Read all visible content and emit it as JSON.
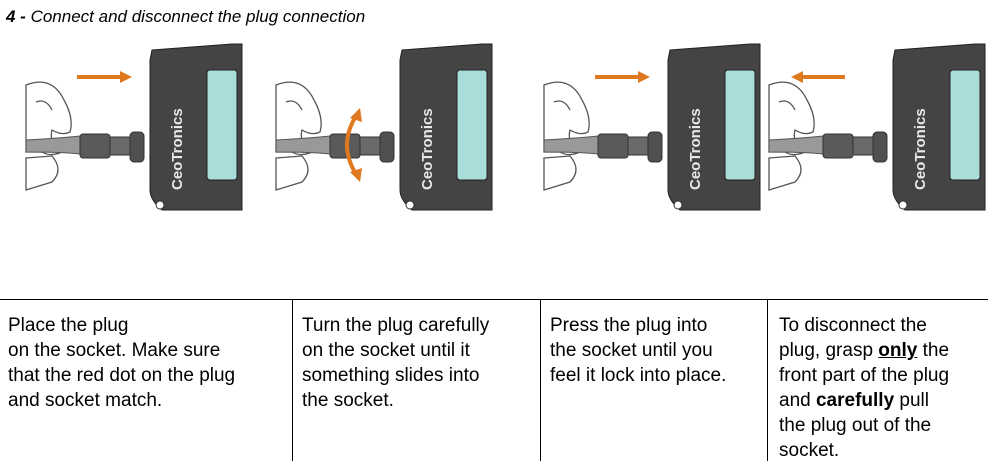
{
  "heading": {
    "number": "4 -",
    "title": "Connect and disconnect the plug connection"
  },
  "brand": {
    "logo_text": "CeoTronics"
  },
  "colors": {
    "arrow": "#e07820",
    "screen": "#a8ddd9",
    "device": "#444444"
  },
  "steps": [
    {
      "arrow_icon": "arrow-right-icon",
      "lines": [
        "Place the plug",
        "on the socket. Make sure",
        "that the red dot on the plug",
        "and socket match."
      ]
    },
    {
      "arrow_icon": "rotate-arrow-icon",
      "lines": [
        "Turn the plug carefully",
        "on the socket until it",
        "something slides into",
        "the socket."
      ]
    },
    {
      "arrow_icon": "arrow-right-icon",
      "lines": [
        "Press the plug into",
        "the socket until you",
        "feel it lock into place."
      ]
    },
    {
      "arrow_icon": "arrow-left-icon",
      "line1": "To disconnect the",
      "line2_a": "plug, grasp ",
      "line2_b": "only",
      "line2_c": " the",
      "line3": "front part of the plug",
      "line4_a": "and ",
      "line4_b": "carefully",
      "line4_c": " pull",
      "line5": "the plug out of the",
      "line6": "socket."
    }
  ]
}
